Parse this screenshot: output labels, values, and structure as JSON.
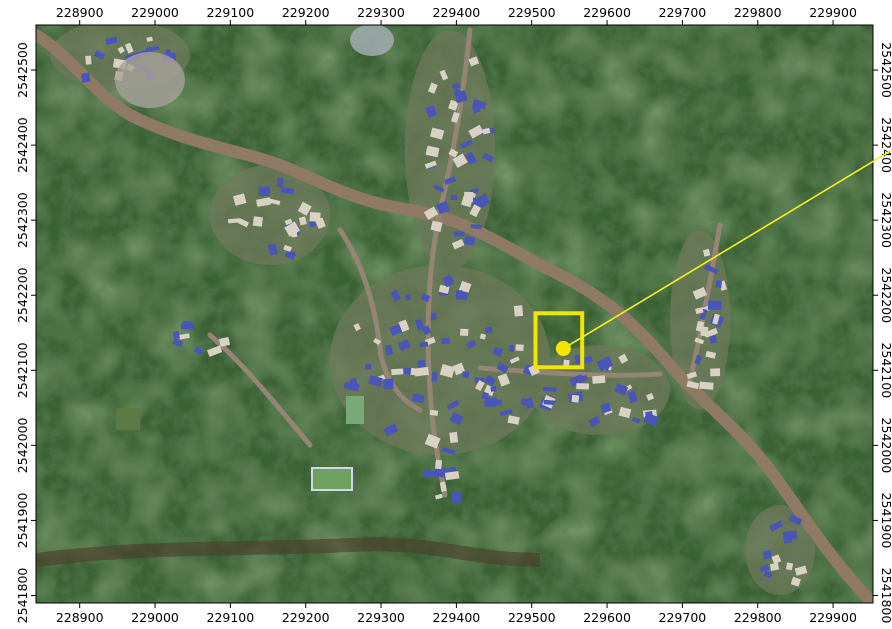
{
  "map": {
    "x_ticks": [
      "228900",
      "229000",
      "229100",
      "229200",
      "229300",
      "229400",
      "229500",
      "229600",
      "229700",
      "229800",
      "229900"
    ],
    "y_ticks": [
      "2542500",
      "2542400",
      "2542300",
      "2542200",
      "2542100",
      "2542000",
      "2541900",
      "2541800"
    ],
    "x_range": [
      228842,
      229953
    ],
    "y_range": [
      2541790,
      2542560
    ],
    "highlight": {
      "box_x": [
        229505,
        229567
      ],
      "box_y": [
        2542104,
        2542176
      ],
      "point": [
        229542,
        2542129
      ],
      "box_color": "#f2e600",
      "line_color": "#f6ee1e"
    },
    "colors": {
      "vegetation_dark": "#1f3a1c",
      "vegetation": "#3b6235",
      "road": "#8f7a66",
      "roof_blue": "#4a55b8",
      "roof_light": "#d8d2c4"
    }
  }
}
